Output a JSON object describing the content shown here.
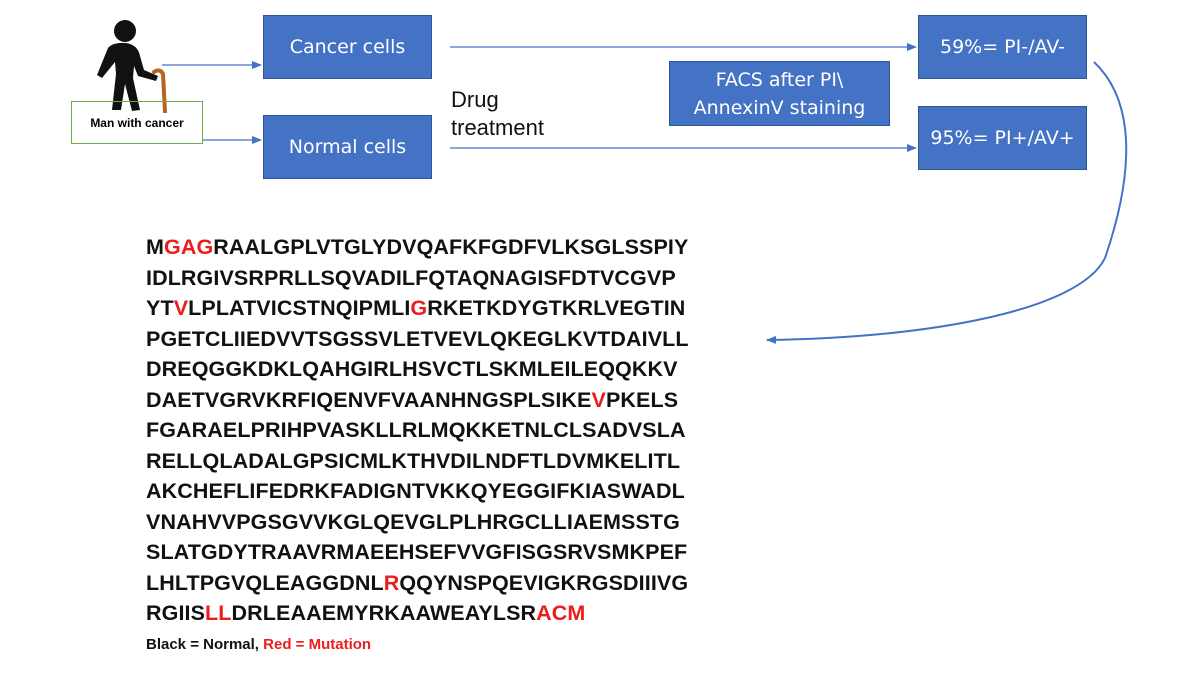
{
  "patient": {
    "label": "Man with cancer",
    "icon": "elderly-person-with-cane-icon"
  },
  "boxes": {
    "cancer_cells": "Cancer cells",
    "normal_cells": "Normal cells",
    "facs_line1": "FACS after PI\\",
    "facs_line2": "AnnexinV staining",
    "result_cancer": "59%= PI-/AV-",
    "result_normal": "95%= PI+/AV+"
  },
  "treatment": {
    "line1": "Drug",
    "line2": "treatment"
  },
  "sequence": [
    [
      {
        "t": "M",
        "m": false
      },
      {
        "t": "GAG",
        "m": true
      },
      {
        "t": "RAALGPLVTGLYDVQAFKFGDFVLKSGLSSPIY",
        "m": false
      }
    ],
    [
      {
        "t": "IDLRGIVSRPRLLSQVADILFQTAQNAGISFDTVCGVP",
        "m": false
      }
    ],
    [
      {
        "t": "YT",
        "m": false
      },
      {
        "t": "V",
        "m": true
      },
      {
        "t": "LPLATVICSTNQIPMLI",
        "m": false
      },
      {
        "t": "G",
        "m": true
      },
      {
        "t": "RKETKDYGTKRLVEGTIN",
        "m": false
      }
    ],
    [
      {
        "t": "PGETCLIIEDVVTSGSSVLETVEVLQKEGLKVTDAIVLL",
        "m": false
      }
    ],
    [
      {
        "t": "DREQGGKDKLQAHGIRLHSVCTLSKMLEILEQQKKV",
        "m": false
      }
    ],
    [
      {
        "t": "DAETVGRVKRFIQENVFVAANHNGSPLSIKE",
        "m": false
      },
      {
        "t": "V",
        "m": true
      },
      {
        "t": "PKELS",
        "m": false
      }
    ],
    [
      {
        "t": "FGARAELPRIHPVASKLLRLMQKKETNLCLSADVSLA",
        "m": false
      }
    ],
    [
      {
        "t": "RELLQLADALGPSICMLKTHVDILNDFTLDVMKELITL",
        "m": false
      }
    ],
    [
      {
        "t": "AKCHEFLIFEDRKFADIGNTVKKQYEGGIFKIASWADL",
        "m": false
      }
    ],
    [
      {
        "t": "VNAHVVPGSGVVKGLQEVGLPLHRGCLLIAEMSSTG",
        "m": false
      }
    ],
    [
      {
        "t": "SLATGDYTRAAVRMAEEHSEFVVGFISGSRVSMKPEF",
        "m": false
      }
    ],
    [
      {
        "t": "LHLTPGVQLEAGGDNL",
        "m": false
      },
      {
        "t": "R",
        "m": true
      },
      {
        "t": "QQYNSPQEVIGKRGSDIIIVG",
        "m": false
      }
    ],
    [
      {
        "t": "RGIIS",
        "m": false
      },
      {
        "t": "LL",
        "m": true
      },
      {
        "t": "DRLEAAEMYRKAAWEAYLSR",
        "m": false
      },
      {
        "t": "ACM",
        "m": true
      }
    ]
  ],
  "legend": {
    "normal": "Black = Normal,",
    "mutation": "Red = Mutation"
  },
  "colors": {
    "box_fill": "#4472c4",
    "arrow": "#4472c4",
    "mutation": "#ee1c1c",
    "label_border": "#70ad47"
  }
}
